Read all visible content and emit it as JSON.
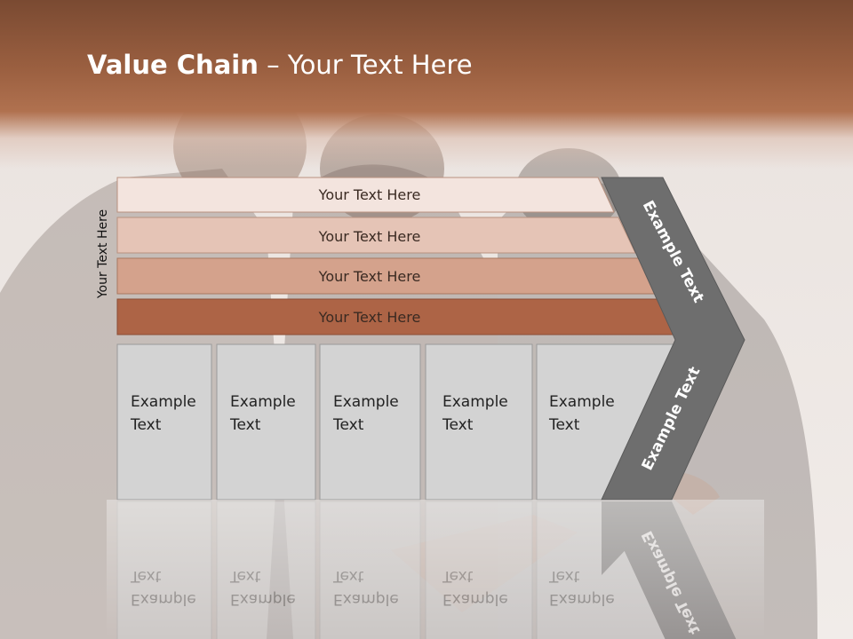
{
  "slide": {
    "title_bold": "Value Chain",
    "title_rest": " – Your Text Here",
    "side_label": "Your Text Here"
  },
  "colors": {
    "header_dark": "#7a4a32",
    "header_mid": "#b0714f",
    "bar1": "#f3e4de",
    "bar2": "#e5c4b6",
    "bar3": "#d4a28c",
    "bar4": "#ad6446",
    "cell": "#d3d3d3",
    "chevron": "#6e6e6e"
  },
  "bars": [
    {
      "label": "Your Text Here"
    },
    {
      "label": "Your Text Here"
    },
    {
      "label": "Your Text Here"
    },
    {
      "label": "Your Text Here"
    }
  ],
  "cells": [
    {
      "line1": "Example",
      "line2": "Text"
    },
    {
      "line1": "Example",
      "line2": "Text"
    },
    {
      "line1": "Example",
      "line2": "Text"
    },
    {
      "line1": "Example",
      "line2": "Text"
    },
    {
      "line1": "Example",
      "line2": "Text"
    }
  ],
  "chevron": {
    "upper_label": "Example Text",
    "lower_label": "Example Text"
  }
}
